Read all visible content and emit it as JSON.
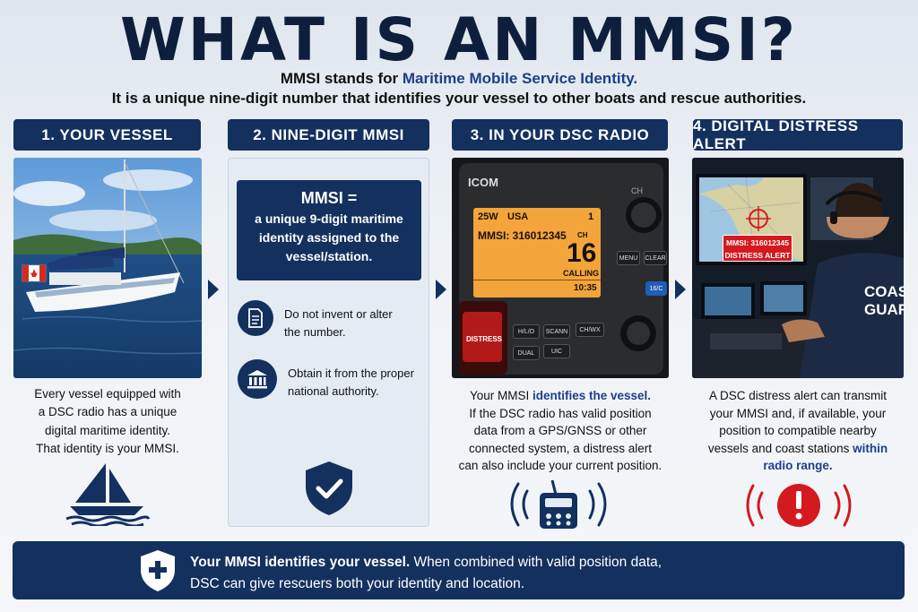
{
  "title": "WHAT IS AN MMSI?",
  "subtitle": {
    "line1_prefix": "MMSI stands for ",
    "line1_highlight": "Maritime Mobile Service Identity.",
    "line2": "It is a unique nine-digit number that identifies your vessel to other boats and rescue authorities."
  },
  "columns": [
    {
      "heading": "1. YOUR VESSEL"
    },
    {
      "heading": "2. NINE-DIGIT MMSI"
    },
    {
      "heading": "3. IN YOUR DSC RADIO"
    },
    {
      "heading": "4. DIGITAL DISTRESS ALERT"
    }
  ],
  "col1": {
    "desc": [
      "Every vessel equipped with",
      "a DSC radio has a unique",
      "digital maritime identity.",
      "That identity is your MMSI."
    ]
  },
  "col2": {
    "box_title": "MMSI =",
    "box_text": [
      "a unique 9-digit maritime",
      "identity assigned to the",
      "vessel/station."
    ],
    "tip1": [
      "Do not invent or alter",
      "the number."
    ],
    "tip2": [
      "Obtain it from the proper",
      "national authority."
    ]
  },
  "col3": {
    "radio": {
      "brand": "ICOM",
      "power": "25W",
      "region": "USA",
      "channel_label": "CH",
      "channel_top": "1",
      "mmsi": "MMSI: 316012345",
      "channel": "16",
      "status": "CALLING",
      "time": "10:35",
      "btn_menu": "MENU",
      "btn_clear": "CLEAR",
      "btn_16c": "16/C",
      "btn_hlo": "H/L/O",
      "btn_scan": "SCANN",
      "btn_chwx": "CH/WX",
      "btn_dual": "DUAL",
      "btn_uic": "UIC",
      "btn_distress": "DISTRESS"
    },
    "desc_prefix": "Your MMSI ",
    "desc_highlight": "identifies the vessel.",
    "desc_rest": [
      "If the DSC radio has valid position",
      "data from a GPS/GNSS or other",
      "connected system, a distress alert",
      "can also include your current position."
    ]
  },
  "col4": {
    "alert_mmsi": "MMSI: 316012345",
    "alert_label": "DISTRESS ALERT",
    "uniform_text": [
      "COAST",
      "GUARD"
    ],
    "desc": [
      "A DSC distress alert can transmit",
      "your MMSI and, if available, your",
      "position to compatible nearby"
    ],
    "desc_last_prefix": "vessels and coast stations ",
    "desc_last_highlight": "within",
    "desc_final": "radio range."
  },
  "footer": {
    "bold": "Your MMSI identifies your vessel.",
    "rest1": " When combined with valid position data,",
    "line2": "DSC can give rescuers both your identity and location."
  },
  "colors": {
    "navy": "#13305f",
    "accent": "#1c3f8a",
    "alert_red": "#d4191f",
    "lcd": "#f3a43a"
  }
}
